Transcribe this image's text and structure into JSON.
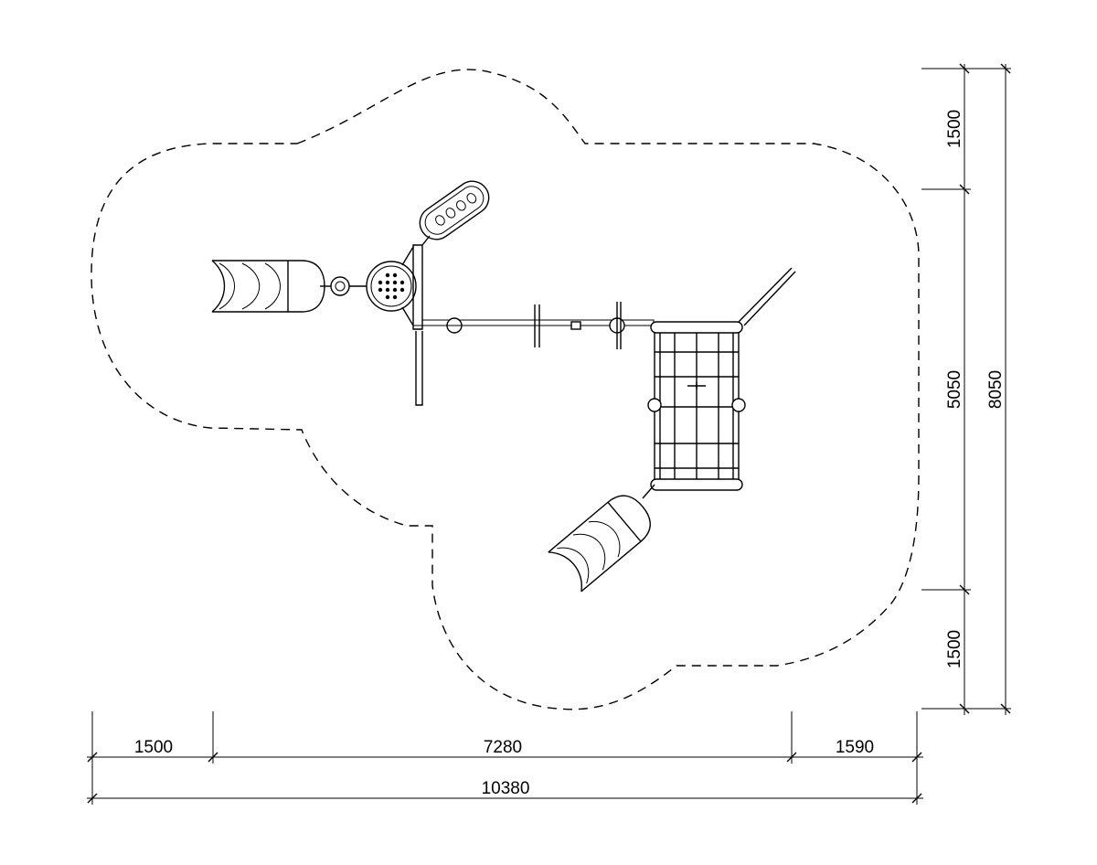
{
  "dimensions": {
    "bottom": {
      "segment_left": "1500",
      "segment_middle": "7280",
      "segment_right": "1590",
      "total": "10380"
    },
    "right": {
      "segment_top": "1500",
      "segment_middle": "5050",
      "segment_bottom": "1500",
      "total": "8050"
    }
  },
  "colors": {
    "line": "#000000",
    "background": "#ffffff"
  }
}
